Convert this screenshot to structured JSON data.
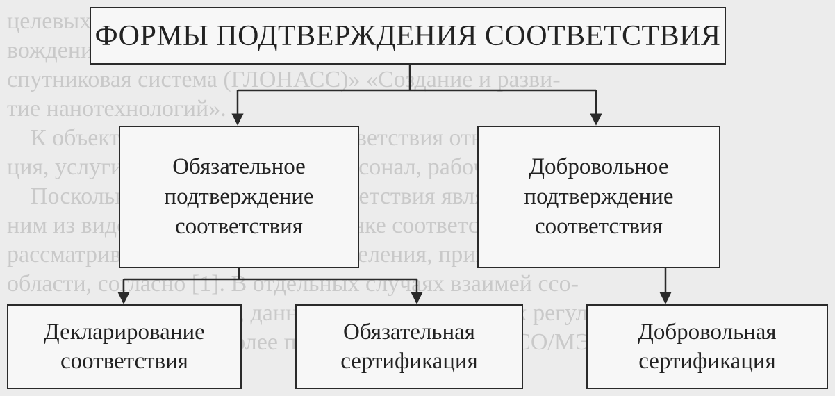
{
  "background_text": "целевых программ. Речь идет о мероприятиях по сопро-\nвождению федеральной целевой программы «Глобальная\nспутниковая система (ГЛОНАСС)» «Создание и разви-\nтие нанотехнологий».\n    К объектам подтверждения соответствия относятся продук-\nция, услуги, системы качества, персонал, рабочие места и пр.\n    Поскольку подтверждение соответствия является од-\nним из видов деятельности по оценке соответствия, то ниже\nрассматриваются термины и определения, принятые в этой\nобласти, согласно [1]. В отдельных случаях взаимей ссо-\nмолдских определений, данных в [1] о технических регули-\nровании, приводятся более полные определения ИСО/МЭ",
  "diagram": {
    "root": "ФОРМЫ ПОДТВЕРЖДЕНИЯ СООТВЕТСТВИЯ",
    "mandatory": {
      "line1": "Обязательное",
      "line2": "подтверждение",
      "line3": "соответствия"
    },
    "voluntary": {
      "line1": "Добровольное",
      "line2": "подтверждение",
      "line3": "соответствия"
    },
    "declaration": {
      "line1": "Декларирование",
      "line2": "соответствия"
    },
    "mandatory_cert": {
      "line1": "Обязательная",
      "line2": "сертификация"
    },
    "voluntary_cert": {
      "line1": "Добровольная",
      "line2": "сертификация"
    }
  }
}
